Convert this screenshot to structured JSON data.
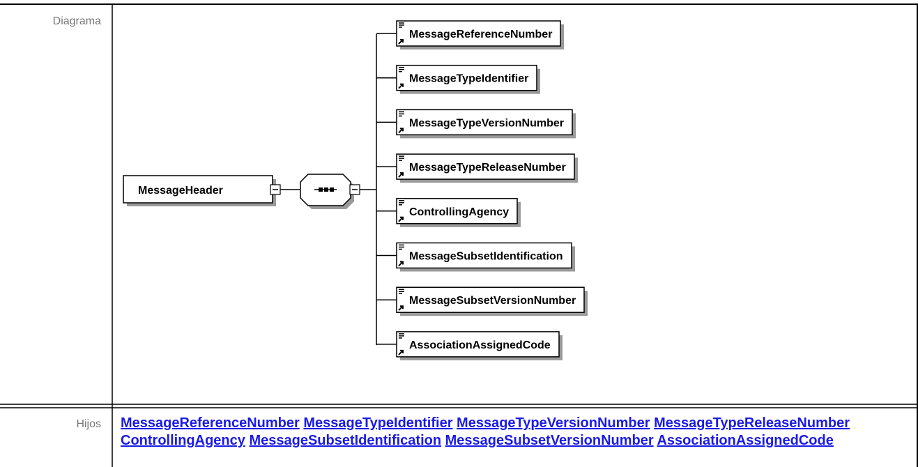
{
  "rows": {
    "diagram_label": "Diagrama",
    "children_label": "Hijos"
  },
  "diagram": {
    "root": "MessageHeader",
    "sequence_symbol": "sequence-compositor",
    "elements": [
      "MessageReferenceNumber",
      "MessageTypeIdentifier",
      "MessageTypeVersionNumber",
      "MessageTypeReleaseNumber",
      "ControllingAgency",
      "MessageSubsetIdentification",
      "MessageSubsetVersionNumber",
      "AssociationAssignedCode"
    ]
  },
  "children": [
    "MessageReferenceNumber",
    "MessageTypeIdentifier",
    "MessageTypeVersionNumber",
    "MessageTypeReleaseNumber",
    "ControllingAgency",
    "MessageSubsetIdentification",
    "MessageSubsetVersionNumber",
    "AssociationAssignedCode"
  ],
  "colors": {
    "link": "#1a1ae6",
    "label": "#777777",
    "border": "#000000",
    "shadow": "#9a9a9a"
  }
}
